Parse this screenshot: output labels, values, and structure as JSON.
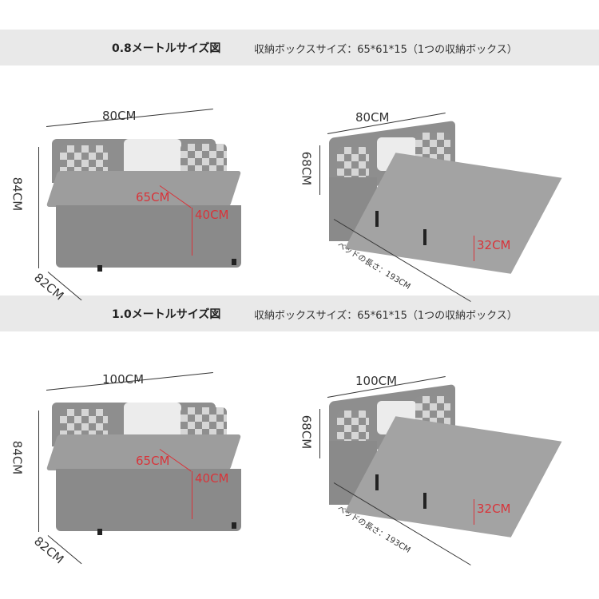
{
  "sections": [
    {
      "title": "0.8メートルサイズ図",
      "storage": "収納ボックスサイズ：65*61*15（1つの収納ボックス）",
      "sofa": {
        "width": "80CM",
        "height": "84CM",
        "depth": "82CM",
        "seat_depth": "65CM",
        "seat_height": "40CM"
      },
      "bed": {
        "width": "80CM",
        "back_height": "68CM",
        "length": "ベッドの長さ：193CM",
        "bed_height": "32CM"
      }
    },
    {
      "title": "1.0メートルサイズ図",
      "storage": "収納ボックスサイズ：65*61*15（1つの収納ボックス）",
      "sofa": {
        "width": "100CM",
        "height": "84CM",
        "depth": "82CM",
        "seat_depth": "65CM",
        "seat_height": "40CM"
      },
      "bed": {
        "width": "100CM",
        "back_height": "68CM",
        "length": "ベッドの長さ：193CM",
        "bed_height": "32CM"
      }
    }
  ],
  "colors": {
    "banner": "#e9e9e9",
    "fabric": "#8e8e8e",
    "accent": "#d8343a"
  }
}
